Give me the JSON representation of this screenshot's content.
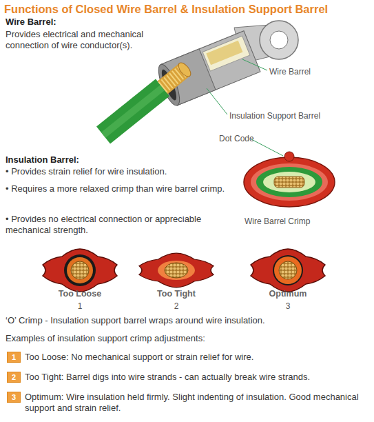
{
  "diagram": {
    "title": "Functions of Closed Wire Barrel & Insulation Support Barrel",
    "nodes": [
      {
        "text": [
          "1"
        ]
      },
      {
        "text": [
          "2"
        ]
      },
      {
        "text": [
          "3"
        ]
      }
    ],
    "labels": [
      "Wire Barrel:",
      "Provides electrical and mechanical connection of wire conductor(s).",
      "Wire Barrel",
      "Insulation Support Barrel",
      "Dot Code",
      "Insulation Barrel:",
      "• Provides strain relief for wire insulation.",
      "• Requires a more relaxed crimp than wire barrel crimp.",
      "• Provides no electrical connection or appreciable mechanical strength.",
      "Wire Barrel Crimp",
      "Too Loose",
      "1",
      "Too Tight",
      "2",
      "Optimum",
      "3",
      "‘O’ Crimp - Insulation support barrel wraps around wire insulation.",
      "Examples of insulation support crimp adjustments:",
      "Too Loose: No mechanical support or strain relief for wire.",
      "Too Tight: Barrel digs into wire strands - can actually break wire strands.",
      "Optimum: Wire insulation held firmly. Slight indenting of insulation. Good mechanical support and strain relief."
    ]
  }
}
